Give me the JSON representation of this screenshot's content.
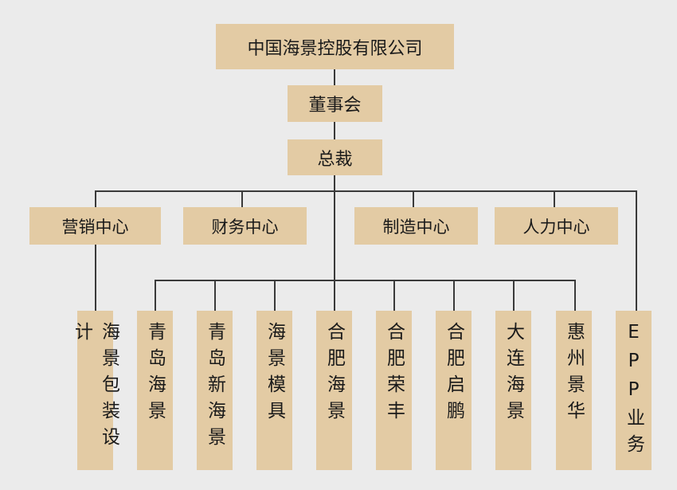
{
  "company": "中国海景控股有限公司",
  "board": "董事会",
  "president": "总裁",
  "centers": [
    "营销中心",
    "财务中心",
    "制造中心",
    "人力中心"
  ],
  "units": [
    "海景包装设计",
    "青岛海景",
    "青岛新海景",
    "海景模具",
    "合肥海景",
    "合肥荣丰",
    "合肥启鹏",
    "大连海景",
    "惠州景华",
    "EPP业务"
  ],
  "colors": {
    "box": "#e3cba4",
    "background": "#ebebeb",
    "line": "#3a3a3a"
  }
}
